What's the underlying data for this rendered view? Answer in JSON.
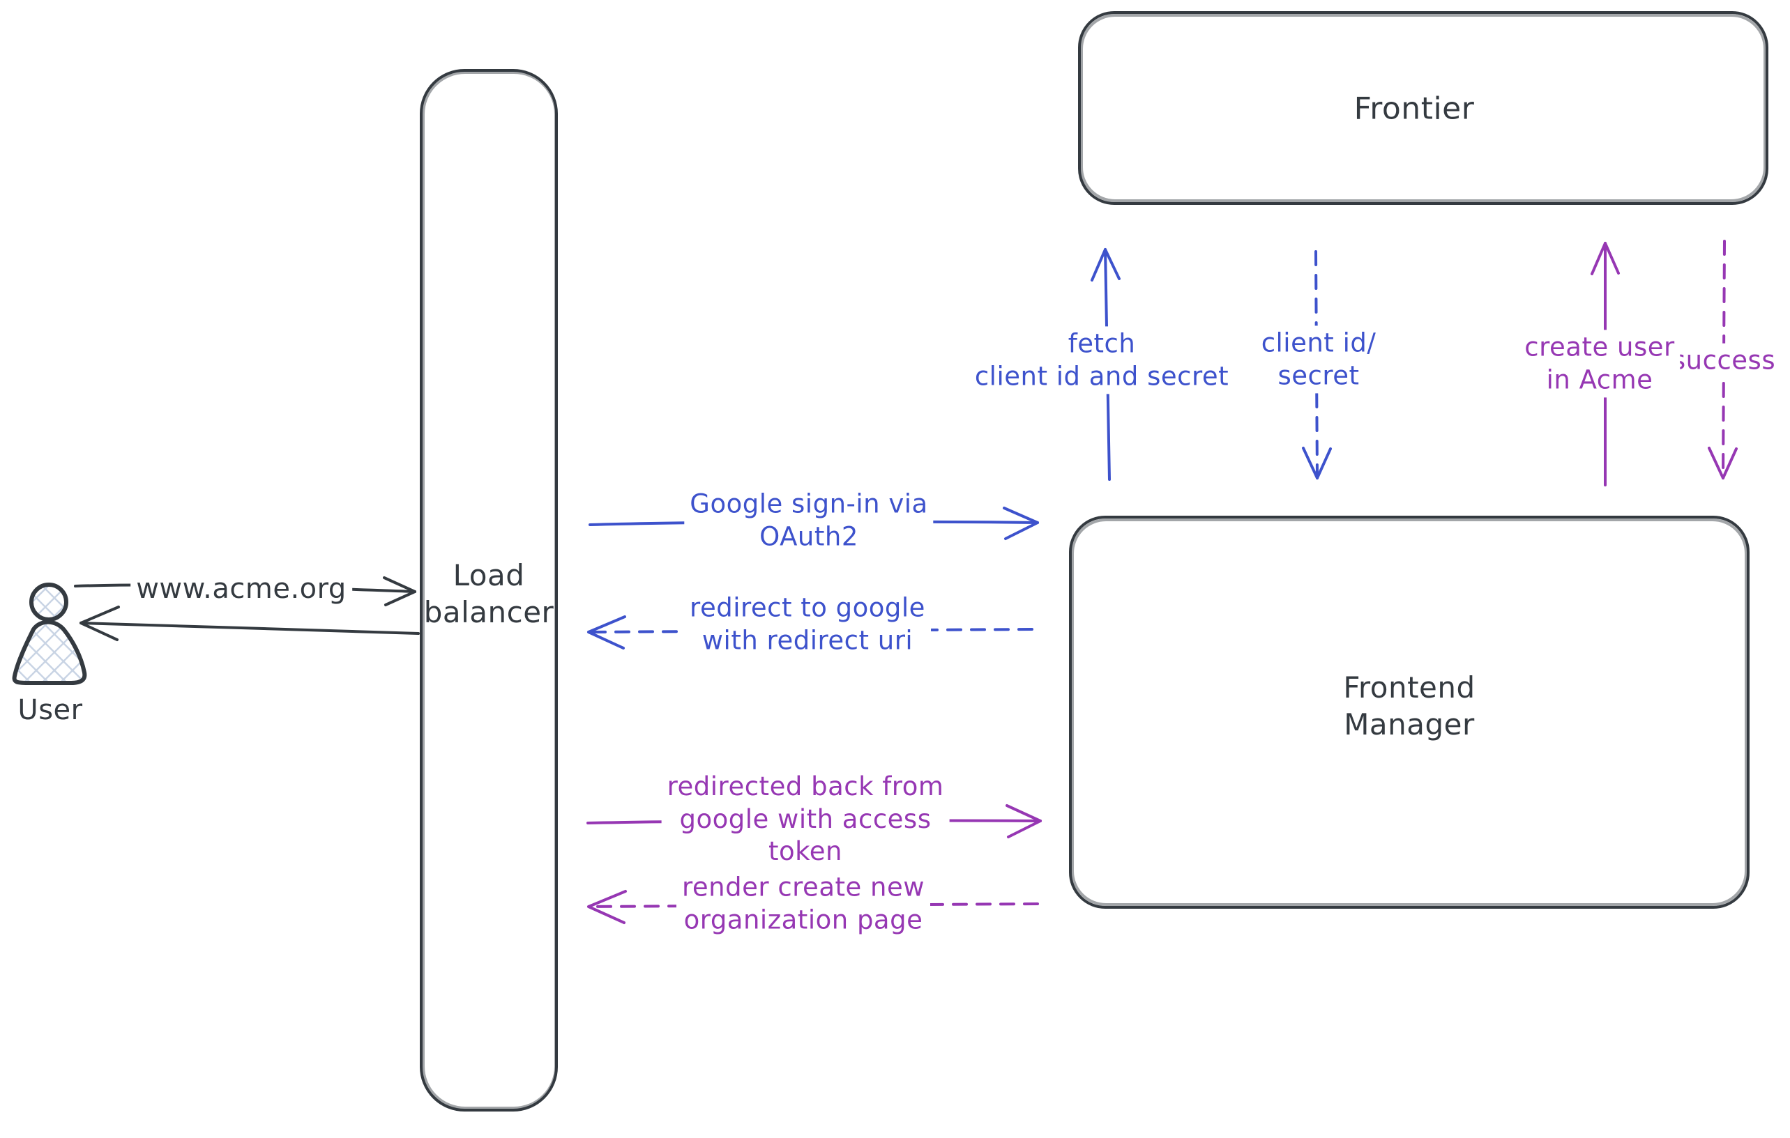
{
  "diagram": {
    "background": "#ffffff",
    "colors": {
      "ink": "#343a40",
      "blue": "#3d52cc",
      "purple": "#9637b3",
      "crosshatch": "#c9d4e4"
    },
    "nodes": {
      "user": {
        "label": "User"
      },
      "load_balancer": {
        "label": "Load\nbalancer"
      },
      "frontier": {
        "label": "Frontier"
      },
      "frontend_manager": {
        "label": "Frontend\nManager"
      }
    },
    "arrows": {
      "www_acme": {
        "label": "www.acme.org",
        "style": "solid",
        "color": "ink",
        "from": "user",
        "to": "load_balancer"
      },
      "response_to_user": {
        "label": "",
        "style": "solid",
        "color": "ink",
        "from": "load_balancer",
        "to": "user"
      },
      "google_signin": {
        "label": "Google sign-in via\nOAuth2",
        "style": "solid",
        "color": "blue",
        "from": "load_balancer",
        "to": "frontend_manager"
      },
      "redirect_to_google": {
        "label": "redirect to google\nwith redirect uri",
        "style": "dashed",
        "color": "blue",
        "from": "frontend_manager",
        "to": "load_balancer"
      },
      "redirected_back": {
        "label": "redirected back from\ngoogle with access\ntoken",
        "style": "solid",
        "color": "purple",
        "from": "load_balancer",
        "to": "frontend_manager"
      },
      "render_org_page": {
        "label": "render create new\norganization page",
        "style": "dashed",
        "color": "purple",
        "from": "frontend_manager",
        "to": "load_balancer"
      },
      "fetch_client_id": {
        "label": "fetch\nclient id and secret",
        "style": "solid",
        "color": "blue",
        "from": "frontend_manager",
        "to": "frontier"
      },
      "client_id_secret": {
        "label": "client id/\nsecret",
        "style": "dashed",
        "color": "blue",
        "from": "frontier",
        "to": "frontend_manager"
      },
      "create_user": {
        "label": "create user\nin Acme",
        "style": "solid",
        "color": "purple",
        "from": "frontend_manager",
        "to": "frontier"
      },
      "success": {
        "label": "success",
        "style": "dashed",
        "color": "purple",
        "from": "frontier",
        "to": "frontend_manager"
      }
    }
  }
}
